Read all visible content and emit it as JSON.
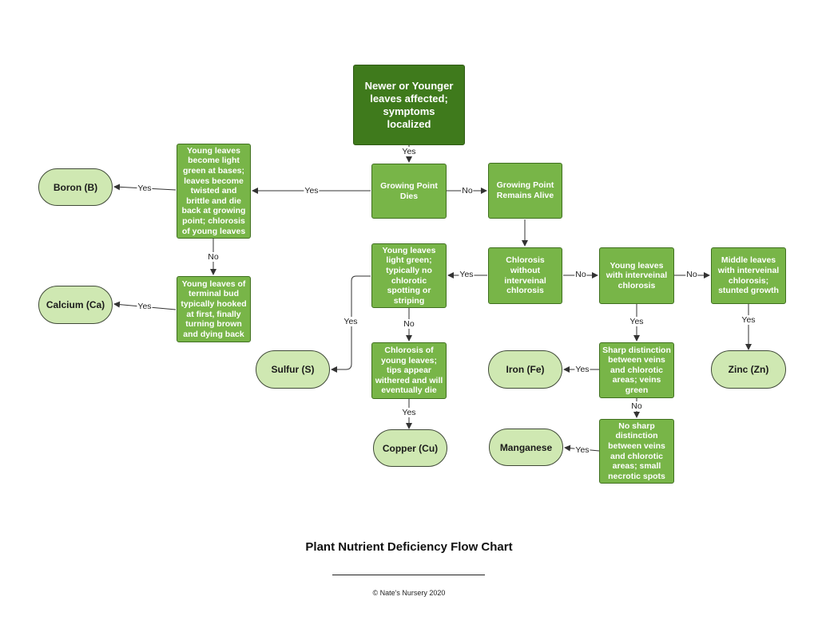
{
  "nodes": {
    "start": "Newer or Younger leaves affected; symptoms localized",
    "growing_point_dies": "Growing Point Dies",
    "growing_point_alive": "Growing Point Remains Alive",
    "young_leaves_light_green_bases": "Young leaves become light green at bases; leaves become twisted and brittle and die back at growing point; chlorosis of young leaves",
    "terminal_bud_hooked": "Young leaves of terminal bud typically hooked at first, finally turning brown and dying back",
    "young_leaves_light_green": "Young leaves light green; typically no chlorotic spotting or striping",
    "chlorosis_young_leaves": "Chlorosis of young leaves; tips appear withered and will eventually die",
    "chlorosis_without_interveinal": "Chlorosis without interveinal chlorosis",
    "young_leaves_interveinal": "Young leaves with interveinal chlorosis",
    "middle_leaves_interveinal": "Middle leaves with interveinal chlorosis; stunted growth",
    "sharp_distinction": "Sharp distinction between veins and chlorotic areas; veins green",
    "no_sharp_distinction": "No sharp distinction between veins and chlorotic areas; small necrotic spots",
    "boron": "Boron (B)",
    "calcium": "Calcium (Ca)",
    "sulfur": "Sulfur (S)",
    "copper": "Copper (Cu)",
    "iron": "Iron (Fe)",
    "manganese": "Manganese",
    "zinc": "Zinc (Zn)"
  },
  "edge_labels": {
    "start_to_dies": "Yes",
    "dies_to_light_green_bases": "Yes",
    "dies_to_alive": "No",
    "light_green_bases_to_boron": "Yes",
    "light_green_bases_to_terminal_bud": "No",
    "terminal_bud_to_calcium": "Yes",
    "chlorosis_without_to_light_green": "Yes",
    "light_green_to_sulfur": "Yes",
    "light_green_to_chlorosis_young": "No",
    "chlorosis_young_to_copper": "Yes",
    "chlorosis_without_to_interveinal": "No",
    "interveinal_to_middle": "No",
    "interveinal_to_sharp": "Yes",
    "middle_to_zinc": "Yes",
    "sharp_to_iron": "Yes",
    "sharp_to_no_sharp": "No",
    "no_sharp_to_manganese": "Yes"
  },
  "footer": {
    "title": "Plant Nutrient Deficiency Flow Chart",
    "copyright": "© Nate's Nursery 2020"
  },
  "colors": {
    "start_fill": "#3f7a1c",
    "process_fill": "#78b548",
    "result_fill": "#cfe8b2",
    "text_on_green": "#ffffff",
    "line": "#333333"
  }
}
